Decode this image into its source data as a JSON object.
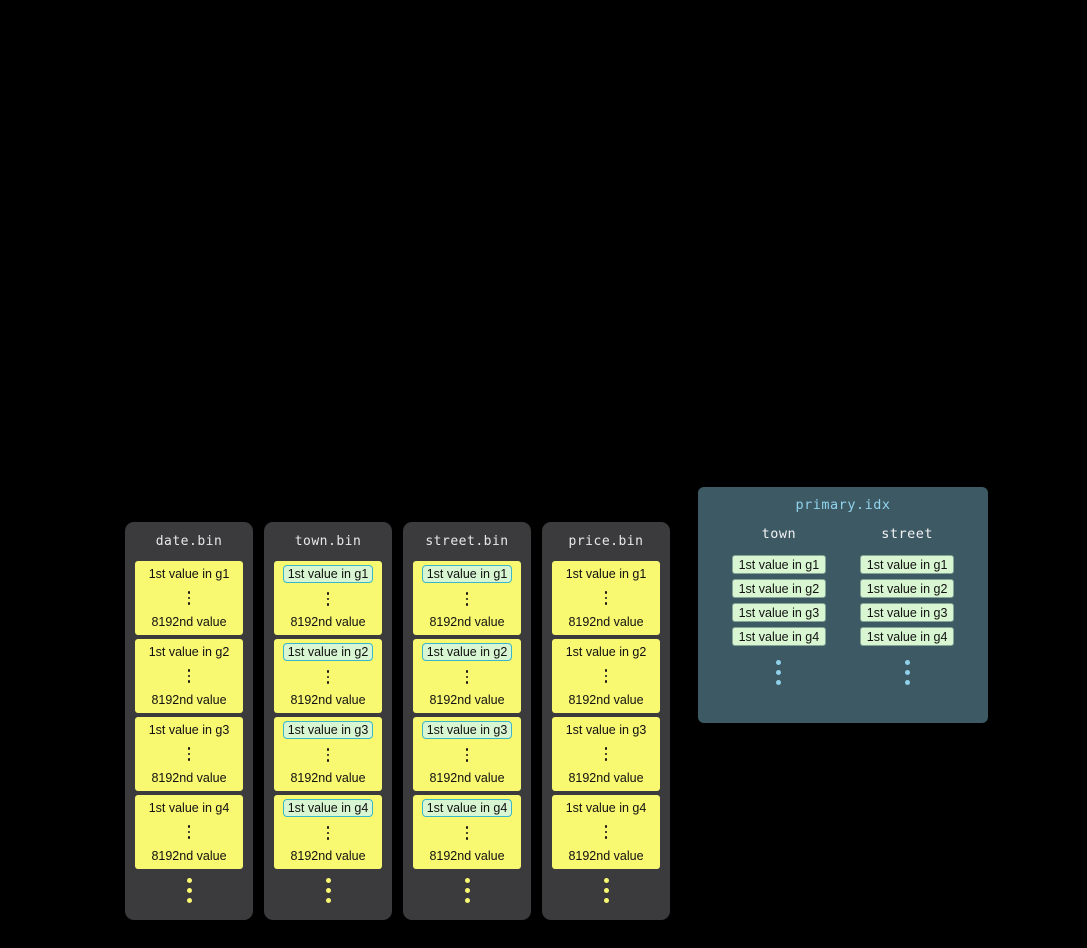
{
  "colors": {
    "background": "#000000",
    "bin_background": "#3b3b3d",
    "bin_header_text": "#e8e8e8",
    "granule_background": "#f9f871",
    "granule_text": "#111111",
    "highlight_chip_background": "#d9f6d2",
    "highlight_chip_border": "#39b7c9",
    "index_background": "#3d5a64",
    "index_title_text": "#90d2ec",
    "index_header_text": "#f2f2f2",
    "index_chip_background": "#d9f6d2",
    "bin_dots": "#f9f871",
    "index_dots": "#90d2ec"
  },
  "bins": [
    {
      "name": "date.bin",
      "highlighted": false,
      "granules": [
        {
          "first": "1st value in g1",
          "last": "8192nd value"
        },
        {
          "first": "1st value in g2",
          "last": "8192nd value"
        },
        {
          "first": "1st value in g3",
          "last": "8192nd value"
        },
        {
          "first": "1st value in g4",
          "last": "8192nd value"
        }
      ]
    },
    {
      "name": "town.bin",
      "highlighted": true,
      "granules": [
        {
          "first": "1st value in g1",
          "last": "8192nd value"
        },
        {
          "first": "1st value in g2",
          "last": "8192nd value"
        },
        {
          "first": "1st value in g3",
          "last": "8192nd value"
        },
        {
          "first": "1st value in g4",
          "last": "8192nd value"
        }
      ]
    },
    {
      "name": "street.bin",
      "highlighted": true,
      "granules": [
        {
          "first": "1st value in g1",
          "last": "8192nd value"
        },
        {
          "first": "1st value in g2",
          "last": "8192nd value"
        },
        {
          "first": "1st value in g3",
          "last": "8192nd value"
        },
        {
          "first": "1st value in g4",
          "last": "8192nd value"
        }
      ]
    },
    {
      "name": "price.bin",
      "highlighted": false,
      "granules": [
        {
          "first": "1st value in g1",
          "last": "8192nd value"
        },
        {
          "first": "1st value in g2",
          "last": "8192nd value"
        },
        {
          "first": "1st value in g3",
          "last": "8192nd value"
        },
        {
          "first": "1st value in g4",
          "last": "8192nd value"
        }
      ]
    }
  ],
  "primary_index": {
    "title": "primary.idx",
    "columns": [
      {
        "header": "town",
        "entries": [
          "1st value in g1",
          "1st value in g2",
          "1st value in g3",
          "1st value in g4"
        ]
      },
      {
        "header": "street",
        "entries": [
          "1st value in g1",
          "1st value in g2",
          "1st value in g3",
          "1st value in g4"
        ]
      }
    ]
  }
}
